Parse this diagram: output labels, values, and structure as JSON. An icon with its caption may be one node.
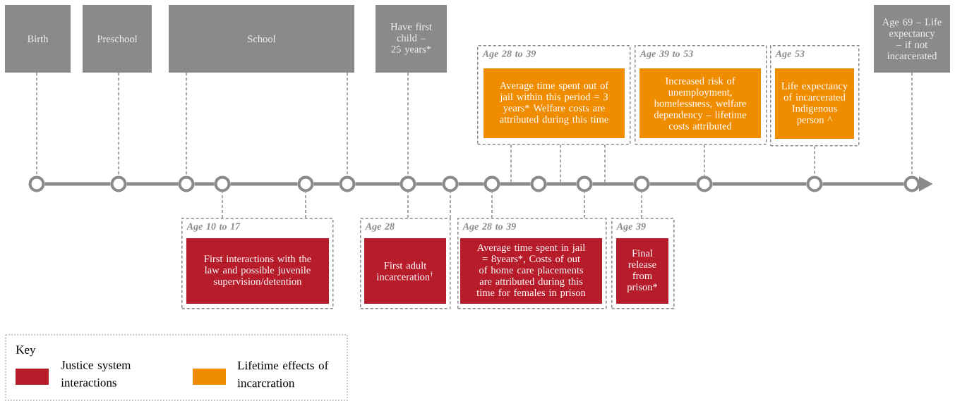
{
  "diagram": {
    "nodes": [
      {
        "text": [
          "Birth"
        ]
      },
      {
        "text": [
          "Preschool"
        ]
      },
      {
        "text": [
          "School"
        ]
      },
      {
        "text": [
          "Have first child – 25 years*"
        ]
      },
      {
        "text": [
          "Age 28 to 39"
        ]
      },
      {
        "text": [
          "Average time spent out of jail within this period = 3 years* Welfare costs are attributed during this time"
        ],
        "in": 4
      },
      {
        "text": [
          "Age 39 to 53"
        ]
      },
      {
        "text": [
          "Increased risk of unemployment, homelessness, welfare dependency – lifetime costs attributed"
        ],
        "in": 6
      },
      {
        "text": [
          "Age 53"
        ]
      },
      {
        "text": [
          "Life expectancy of incarcerated Indigenous person ^"
        ],
        "in": 8
      },
      {
        "text": [
          "Age 69 – Life expectancy – if not incarcerated"
        ]
      },
      {
        "text": [],
        "shape": "circle"
      },
      {
        "text": [],
        "shape": "circle"
      },
      {
        "text": [],
        "shape": "circle"
      },
      {
        "text": [],
        "shape": "circle"
      },
      {
        "text": [],
        "shape": "circle"
      },
      {
        "text": [],
        "shape": "circle"
      },
      {
        "text": [],
        "shape": "circle"
      },
      {
        "text": [],
        "shape": "circle"
      },
      {
        "text": [],
        "shape": "circle"
      },
      {
        "text": [],
        "shape": "circle"
      },
      {
        "text": [],
        "shape": "circle"
      },
      {
        "text": [],
        "shape": "circle"
      },
      {
        "text": [],
        "shape": "circle"
      },
      {
        "text": [],
        "shape": "circle"
      },
      {
        "text": [],
        "shape": "circle"
      },
      {
        "text": [
          "Age 10 to 17"
        ]
      },
      {
        "text": [
          "First interactions with the law and possible juvenile supervision/detention"
        ],
        "in": 26
      },
      {
        "text": [
          "Age 28"
        ]
      },
      {
        "text": [
          "First adult incarceration$^{†}$"
        ],
        "in": 28
      },
      {
        "text": [
          "Age 28 to 39"
        ]
      },
      {
        "text": [
          "Average time spent in jail = 8years*, Costs of out of home care placements are attributed during this time for females in prison"
        ],
        "in": 30
      },
      {
        "text": [
          "Age 39"
        ]
      },
      {
        "text": [
          "Final release from prison*"
        ],
        "in": 32
      }
    ],
    "edges": [
      {
        "from": 11,
        "to": 12,
        "arrow": "none",
        "style": "thick"
      },
      {
        "from": 12,
        "to": 13,
        "arrow": "none",
        "style": "thick"
      },
      {
        "from": 13,
        "to": 14,
        "arrow": "none",
        "style": "thick"
      },
      {
        "from": 14,
        "to": 15,
        "arrow": "none",
        "style": "thick"
      },
      {
        "from": 15,
        "to": 16,
        "arrow": "none",
        "style": "thick"
      },
      {
        "from": 16,
        "to": 17,
        "arrow": "none",
        "style": "thick"
      },
      {
        "from": 17,
        "to": 18,
        "arrow": "none",
        "style": "thick"
      },
      {
        "from": 18,
        "to": 19,
        "arrow": "none",
        "style": "thick"
      },
      {
        "from": 19,
        "to": 20,
        "arrow": "none",
        "style": "thick"
      },
      {
        "from": 20,
        "to": 21,
        "arrow": "none",
        "style": "thick"
      },
      {
        "from": 21,
        "to": 22,
        "arrow": "none",
        "style": "thick"
      },
      {
        "from": 22,
        "to": 23,
        "arrow": "none",
        "style": "thick"
      },
      {
        "from": 23,
        "to": 24,
        "arrow": "none",
        "style": "thick"
      },
      {
        "from": 24,
        "to": 25,
        "arrow": "none",
        "style": "thick"
      },
      {
        "from": 25,
        "to": null,
        "arrow": "to",
        "style": "thick"
      },
      {
        "from": 0,
        "to": 11,
        "arrow": "none",
        "style": "dashed"
      },
      {
        "from": 1,
        "to": 12,
        "arrow": "none",
        "style": "dashed"
      },
      {
        "from": 2,
        "to": 13,
        "arrow": "none",
        "style": "dashed"
      },
      {
        "from": 2,
        "to": 16,
        "arrow": "none",
        "style": "dashed"
      },
      {
        "from": 3,
        "to": 17,
        "arrow": "none",
        "style": "dashed"
      },
      {
        "from": 4,
        "to": null,
        "arrow": "none",
        "style": "dashed"
      },
      {
        "from": 4,
        "to": null,
        "arrow": "none",
        "style": "dashed"
      },
      {
        "from": 4,
        "to": null,
        "arrow": "none",
        "style": "dashed"
      },
      {
        "from": 6,
        "to": 23,
        "arrow": "none",
        "style": "dashed"
      },
      {
        "from": 8,
        "to": 24,
        "arrow": "none",
        "style": "dashed"
      },
      {
        "from": 10,
        "to": 25,
        "arrow": "none",
        "style": "dashed"
      },
      {
        "from": 26,
        "to": 14,
        "arrow": "none",
        "style": "dashed"
      },
      {
        "from": 26,
        "to": 15,
        "arrow": "none",
        "style": "dashed"
      },
      {
        "from": 28,
        "to": 17,
        "arrow": "none",
        "style": "dashed"
      },
      {
        "from": 28,
        "to": 18,
        "arrow": "none",
        "style": "dashed"
      },
      {
        "from": 30,
        "to": 19,
        "arrow": "none",
        "style": "dashed"
      },
      {
        "from": 30,
        "to": 21,
        "arrow": "none",
        "style": "dashed"
      },
      {
        "from": 32,
        "to": 22,
        "arrow": "none",
        "style": "dashed"
      }
    ],
    "labels": [
      "Key"
    ],
    "legend": [
      {
        "text": "Justice system interactions",
        "color": "#b71c2b"
      },
      {
        "text": "Lifetime effects of incarcration",
        "color": "#f08c00"
      }
    ]
  }
}
